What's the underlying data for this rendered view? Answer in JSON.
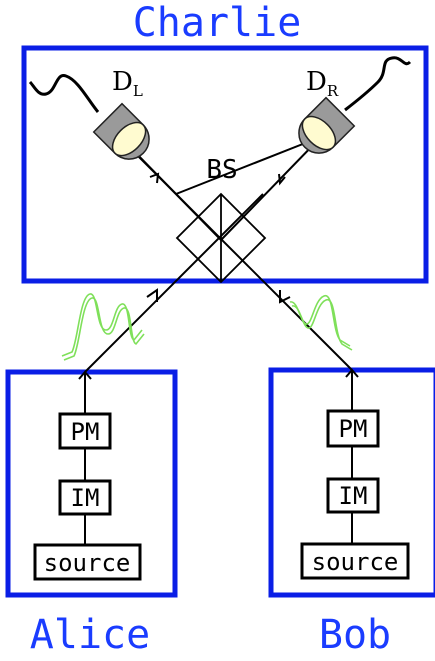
{
  "parties": {
    "charlie": "Charlie",
    "alice": "Alice",
    "bob": "Bob"
  },
  "charlie": {
    "bs_label": "BS",
    "detector_left": {
      "base": "D",
      "sub": "L"
    },
    "detector_right": {
      "base": "D",
      "sub": "R"
    }
  },
  "alice": {
    "devices": [
      "PM",
      "IM",
      "source"
    ]
  },
  "bob": {
    "devices": [
      "PM",
      "IM",
      "source"
    ]
  },
  "colors": {
    "frame": "#0a1ee6",
    "title": "#1a3cff",
    "pulse": "#7fe05a",
    "detector_body": "#9a9a9a",
    "detector_face": "#fffbd0"
  }
}
